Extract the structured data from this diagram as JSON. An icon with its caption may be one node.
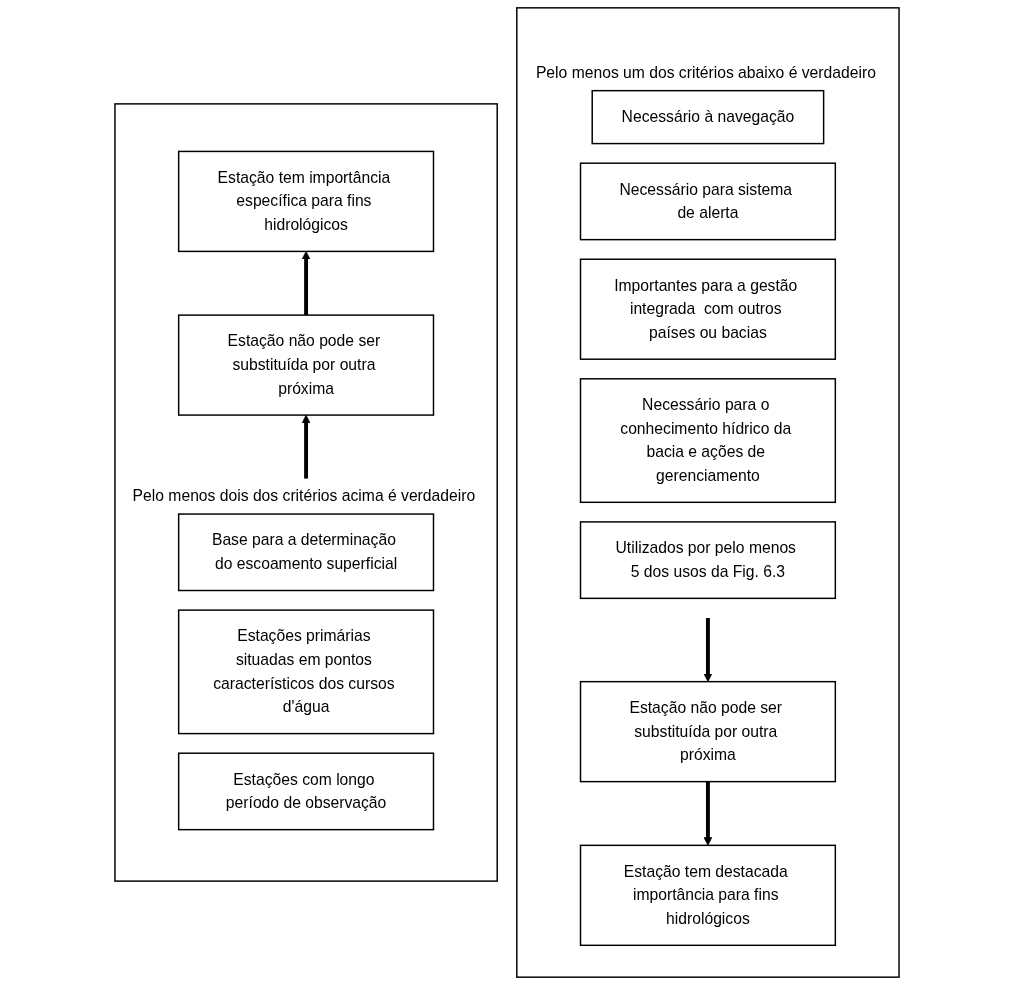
{
  "diagram": {
    "nodes": [
      {
        "text": [],
        "shape": "box"
      },
      {
        "text": [
          "Pelo menos um dos critérios abaixo é verdadeiro"
        ],
        "in": 0
      },
      {
        "text": [
          "Necessário à navegação"
        ],
        "in": 1
      },
      {
        "text": [
          "Necessário para sistema de alerta"
        ],
        "in": 1
      },
      {
        "text": [
          "Importantes para a gestão integrada  com outros países ou bacias"
        ],
        "in": 1
      },
      {
        "text": [
          "Necessário para o conhecimento hídrico da bacia e ações de gerenciamento"
        ],
        "in": 1
      },
      {
        "text": [
          "Utilizados por pelo menos 5 dos usos da Fig. 6.3"
        ],
        "in": 1
      },
      {
        "text": [
          "Estação não pode ser substituída por outra próxima"
        ],
        "in": 0
      },
      {
        "text": [
          "Estação tem destacada importância para fins hidrológicos"
        ],
        "in": 0
      },
      {
        "text": [],
        "shape": "box"
      },
      {
        "text": [
          "Estação tem importância específica para fins hidrológicos"
        ],
        "in": 9
      },
      {
        "text": [
          "Estação não pode ser substituída por outra próxima"
        ],
        "in": 9
      },
      {
        "text": [
          "Pelo menos dois dos critérios acima é verdadeiro"
        ],
        "in": 9
      },
      {
        "text": [
          "Base para a determinação do escoamento superficial"
        ],
        "in": 12
      },
      {
        "text": [
          "Estações primárias situadas em pontos característicos dos cursos d'água"
        ],
        "in": 12
      },
      {
        "text": [
          "Estações com longo período de observação"
        ],
        "in": 12
      }
    ],
    "edges": [
      {
        "from": 1,
        "to": 7,
        "arrow": "to"
      },
      {
        "from": 7,
        "to": 8,
        "arrow": "to"
      },
      {
        "from": 12,
        "to": 11,
        "arrow": "to"
      },
      {
        "from": 11,
        "to": 10,
        "arrow": "to"
      }
    ]
  }
}
